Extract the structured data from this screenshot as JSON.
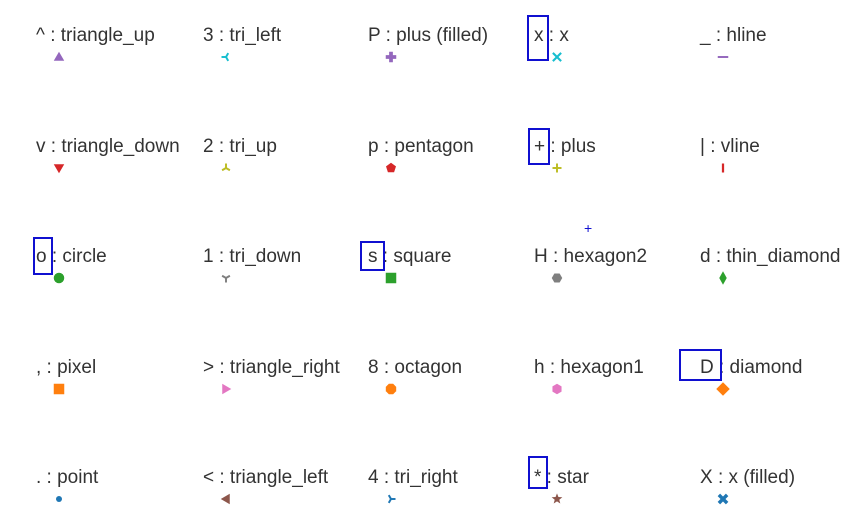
{
  "markers": [
    {
      "label": "^ : triangle_up",
      "shape": "triangle_up",
      "color": "#9467bd"
    },
    {
      "label": "3 : tri_left",
      "shape": "tri_left",
      "color": "#17becf"
    },
    {
      "label": "P : plus (filled)",
      "shape": "plus_filled",
      "color": "#9467bd"
    },
    {
      "label": "x : x",
      "shape": "x",
      "color": "#17becf"
    },
    {
      "label": "_ : hline",
      "shape": "hline",
      "color": "#9467bd"
    },
    {
      "label": "v : triangle_down",
      "shape": "triangle_down",
      "color": "#d62728"
    },
    {
      "label": "2 : tri_up",
      "shape": "tri_up",
      "color": "#bcbd22"
    },
    {
      "label": "p : pentagon",
      "shape": "pentagon",
      "color": "#d62728"
    },
    {
      "label": "+ : plus",
      "shape": "plus",
      "color": "#bcbd22"
    },
    {
      "label": "| : vline",
      "shape": "vline",
      "color": "#d62728"
    },
    {
      "label": "o : circle",
      "shape": "circle",
      "color": "#2ca02c"
    },
    {
      "label": "1 : tri_down",
      "shape": "tri_down",
      "color": "#7f7f7f"
    },
    {
      "label": "s : square",
      "shape": "square",
      "color": "#2ca02c"
    },
    {
      "label": "H : hexagon2",
      "shape": "hexagon2",
      "color": "#7f7f7f"
    },
    {
      "label": "d : thin_diamond",
      "shape": "thin_diamond",
      "color": "#2ca02c"
    },
    {
      "label": ", : pixel",
      "shape": "pixel",
      "color": "#ff7f0e"
    },
    {
      "label": "> : triangle_right",
      "shape": "triangle_right",
      "color": "#e377c2"
    },
    {
      "label": "8 : octagon",
      "shape": "octagon",
      "color": "#ff7f0e"
    },
    {
      "label": "h : hexagon1",
      "shape": "hexagon1",
      "color": "#e377c2"
    },
    {
      "label": "D : diamond",
      "shape": "diamond",
      "color": "#ff7f0e"
    },
    {
      "label": ". : point",
      "shape": "point",
      "color": "#1f77b4"
    },
    {
      "label": "< : triangle_left",
      "shape": "triangle_left",
      "color": "#8c564b"
    },
    {
      "label": "4 : tri_right",
      "shape": "tri_right",
      "color": "#1f77b4"
    },
    {
      "label": "* : star",
      "shape": "star",
      "color": "#8c564b"
    },
    {
      "label": "X : x (filled)",
      "shape": "x_filled",
      "color": "#1f77b4"
    }
  ],
  "highlight_color": "#1010d0",
  "highlighted_markers": [
    "x",
    "+",
    "o",
    "s",
    "D",
    "*"
  ],
  "stray_mark": "+"
}
